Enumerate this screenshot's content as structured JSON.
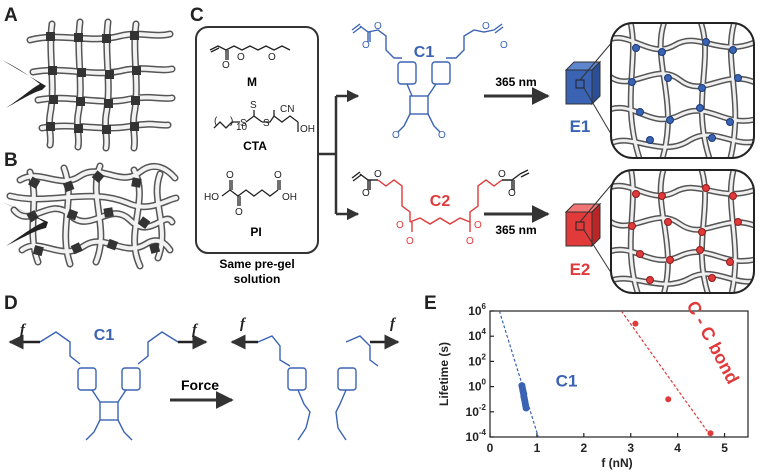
{
  "panels": {
    "A": "A",
    "B": "B",
    "C": "C",
    "D": "D",
    "E": "E"
  },
  "panel_c": {
    "reagents": [
      {
        "label": "M"
      },
      {
        "label": "CTA",
        "group_label": "CN",
        "acid_label": "OH",
        "chain_label": "S"
      },
      {
        "label": "PI",
        "left_label": "HO",
        "right_label": "OH"
      }
    ],
    "caption_line1": "Same pre-gel",
    "caption_line2": "solution",
    "crosslinker_top": "C1",
    "crosslinker_bottom": "C2",
    "light_top": "365 nm",
    "light_bottom": "365 nm",
    "elastomer_top": "E1",
    "elastomer_bottom": "E2"
  },
  "panel_d": {
    "molecule_label": "C1",
    "force_symbol_left": "f",
    "force_symbol_right": "f",
    "arrow_label": "Force",
    "force_symbol_left2": "f",
    "force_symbol_right2": "f"
  },
  "colors": {
    "blue": "#3a63b4",
    "red": "#e03a3a",
    "gray": "#999999",
    "dark": "#222222"
  },
  "chart_data": {
    "type": "scatter",
    "xlabel": "f (nN)",
    "ylabel": "Lifetime (s)",
    "xlim": [
      0,
      5.5
    ],
    "ylim_log10": [
      -4,
      6
    ],
    "x_ticks": [
      "0",
      "1",
      "2",
      "3",
      "4",
      "5"
    ],
    "y_ticks": [
      "10^-4",
      "10^-2",
      "10^0",
      "10^2",
      "10^4",
      "10^6"
    ],
    "x_tick_values": [
      0,
      1,
      2,
      3,
      4,
      5
    ],
    "y_tick_exponents": [
      -4,
      -2,
      0,
      2,
      4,
      6
    ],
    "series": [
      {
        "name": "C1",
        "color": "#3a63b4",
        "points": [
          {
            "x": 0.68,
            "y": 1.2
          },
          {
            "x": 0.69,
            "y": 0.8
          },
          {
            "x": 0.7,
            "y": 0.5
          },
          {
            "x": 0.71,
            "y": 0.35
          },
          {
            "x": 0.72,
            "y": 0.25
          },
          {
            "x": 0.72,
            "y": 0.18
          },
          {
            "x": 0.73,
            "y": 0.12
          },
          {
            "x": 0.74,
            "y": 0.08
          },
          {
            "x": 0.75,
            "y": 0.05
          },
          {
            "x": 0.76,
            "y": 0.03
          },
          {
            "x": 0.77,
            "y": 0.02
          }
        ],
        "fit_line": [
          {
            "x": 0.2,
            "y": 1000000
          },
          {
            "x": 1.03,
            "y": 0.0001
          }
        ]
      },
      {
        "name": "C - C bond",
        "color": "#e03a3a",
        "points": [
          {
            "x": 3.1,
            "y": 100000
          },
          {
            "x": 3.8,
            "y": 0.1
          },
          {
            "x": 4.7,
            "y": 0.0002
          }
        ],
        "fit_line": [
          {
            "x": 2.8,
            "y": 1000000
          },
          {
            "x": 4.72,
            "y": 0.0001
          }
        ]
      }
    ]
  }
}
